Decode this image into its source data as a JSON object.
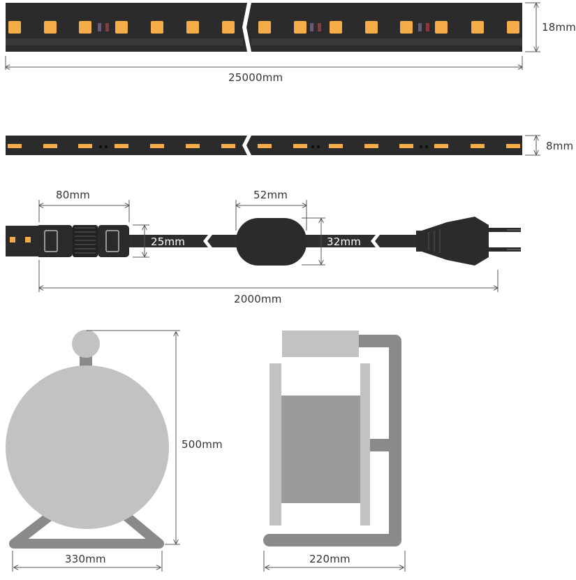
{
  "colors": {
    "strip": "#2b2b2b",
    "strip_band": "#3a3a3a",
    "led": "#f5ad4a",
    "dim_line": "#555555",
    "reel_light": "#c2c2c2",
    "reel_mid": "#9b9b9b",
    "reel_frame": "#8a8a8a",
    "cable": "#2e2e2e"
  },
  "strip_top": {
    "height_label": "18mm",
    "length_label": "25000mm"
  },
  "strip_side": {
    "height_label": "8mm"
  },
  "cable_assembly": {
    "connector_label": "80mm",
    "connector_height_label": "25mm",
    "controller_width_label": "52mm",
    "controller_height_label": "32mm",
    "cable_length_label": "2000mm"
  },
  "reel_front": {
    "height_label": "500mm",
    "width_label": "330mm"
  },
  "reel_side": {
    "width_label": "220mm"
  }
}
